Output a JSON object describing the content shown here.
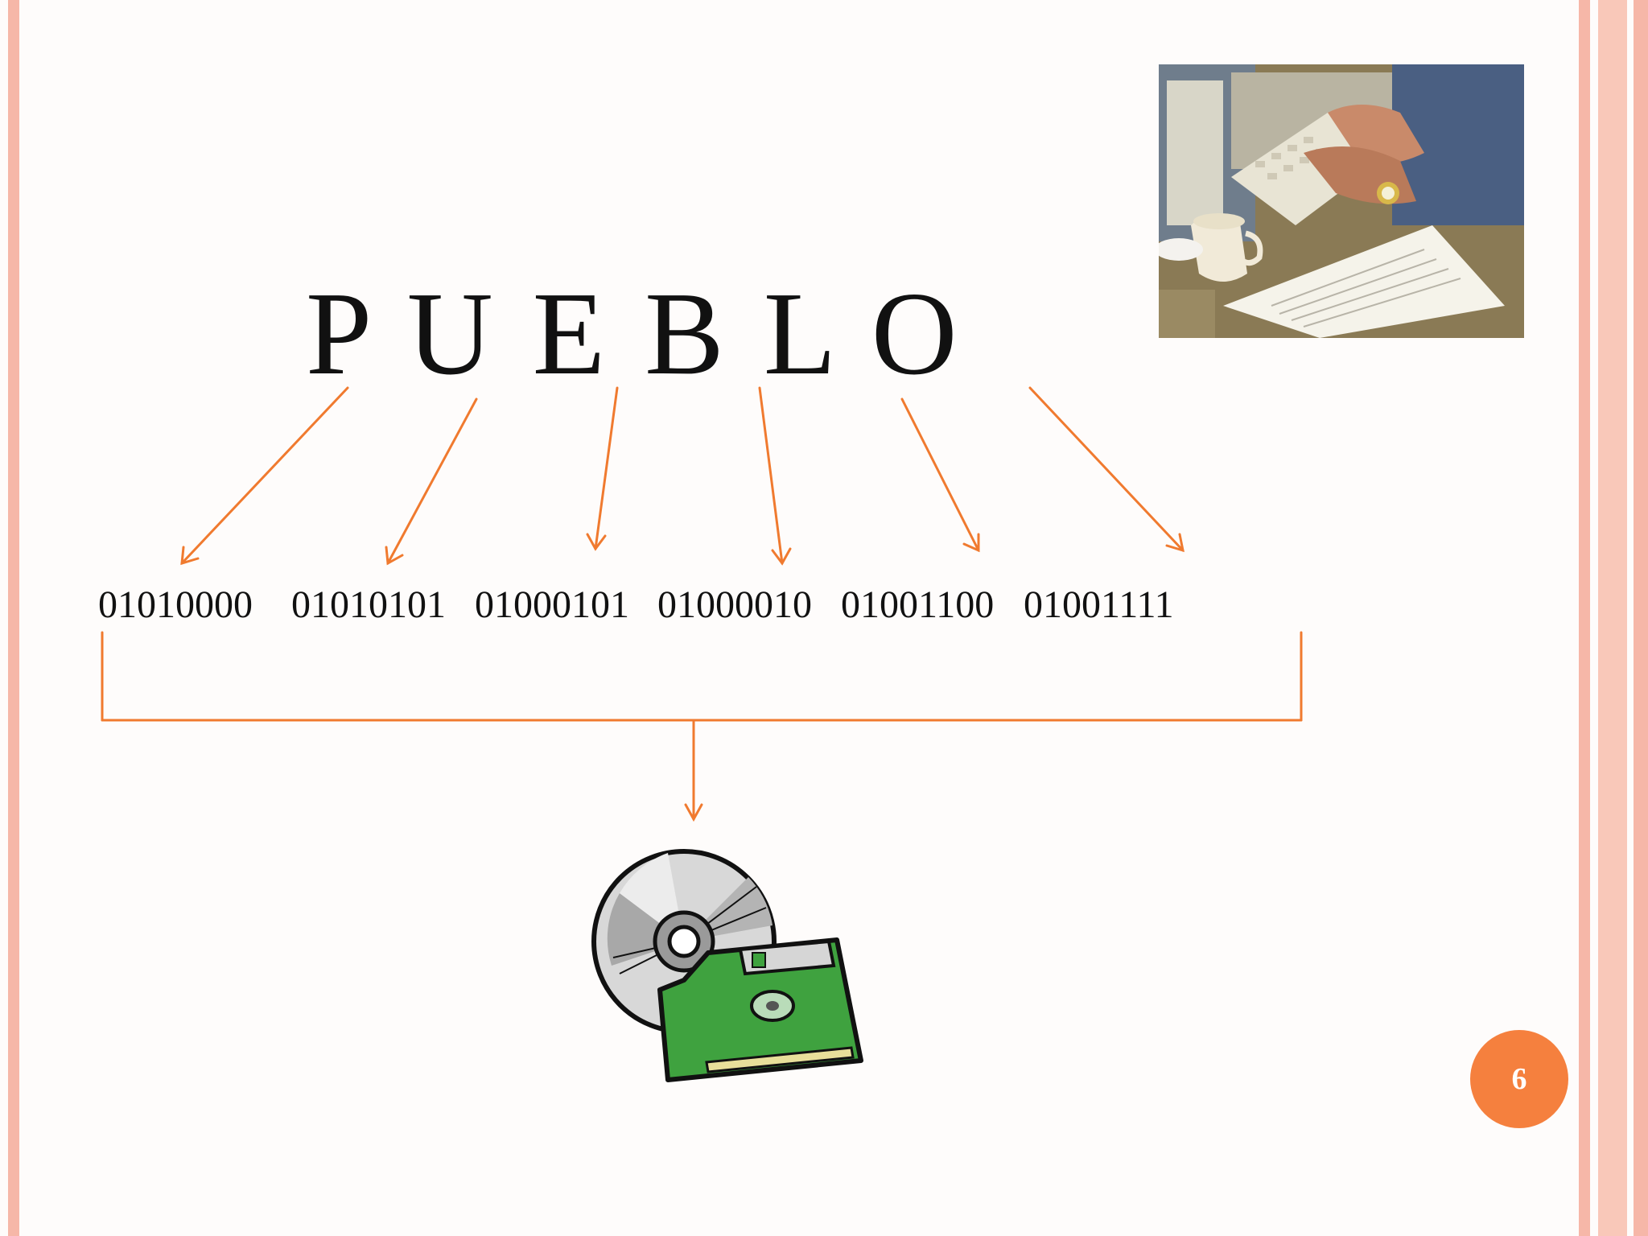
{
  "slide": {
    "word": "P U E B L O",
    "binary_codes": [
      "01010000",
      "01010101",
      "01000101",
      "01000010",
      "01001100",
      "01001111"
    ],
    "page_number": "6"
  },
  "colors": {
    "accent": "#f07a2f",
    "border": "#f6b7a8",
    "badge": "#f5803e",
    "floppy": "#3fa23f"
  },
  "icons": {
    "photo": "typing-on-keyboard-photo",
    "storage": "cd-and-floppy-disk-icon"
  }
}
